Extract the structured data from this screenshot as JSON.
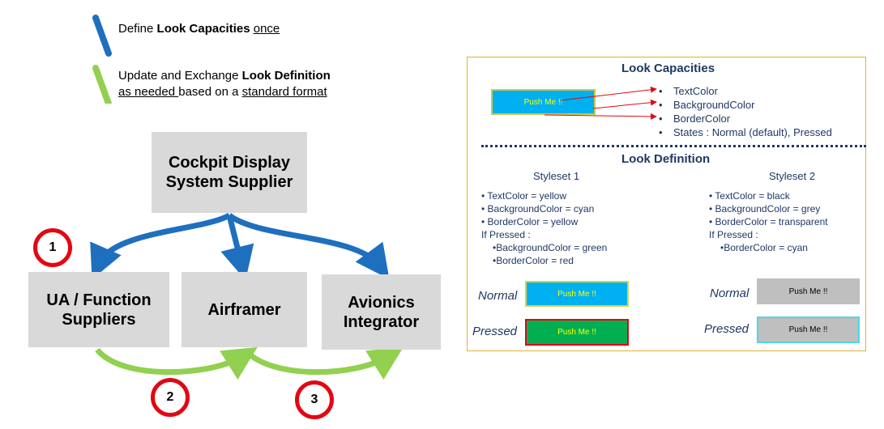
{
  "legend": {
    "line1": {
      "prefix": "Define ",
      "bold": "Look Capacities",
      "underlined": "once"
    },
    "line2": {
      "prefix": "Update and Exchange ",
      "bold": "Look Definition",
      "second_underlined_1": "as needed ",
      "second_middle": "based on a ",
      "second_underlined_2": "standard format"
    },
    "colors": {
      "define": "#1f6fbf",
      "update": "#92d050"
    }
  },
  "diagram": {
    "supplier": "Cockpit Display\nSystem Supplier",
    "ua": "UA / Function\nSuppliers",
    "airframer": "Airframer",
    "avionics": "Avionics\nIntegrator",
    "badges": [
      "1",
      "2",
      "3"
    ]
  },
  "panel": {
    "caps_title": "Look Capacities",
    "demo_button": "Push Me !!",
    "capabilities": [
      "TextColor",
      "BackgroundColor",
      "BorderColor",
      "States : Normal (default), Pressed"
    ],
    "def_title": "Look Definition",
    "styleset1": {
      "title": "Styleset 1",
      "props": [
        "• TextColor = yellow",
        "• BackgroundColor = cyan",
        "• BorderColor = yellow"
      ],
      "if_pressed": "If Pressed :",
      "pressed_props": [
        "•BackgroundColor = green",
        "•BorderColor = red"
      ]
    },
    "styleset2": {
      "title": "Styleset 2",
      "props": [
        "• TextColor = black",
        "• BackgroundColor = grey",
        "• BorderColor = transparent"
      ],
      "if_pressed": "If Pressed :",
      "pressed_props": [
        "•BorderColor = cyan"
      ]
    },
    "normal_label": "Normal",
    "pressed_label": "Pressed",
    "button_label": "Push Me !!"
  }
}
